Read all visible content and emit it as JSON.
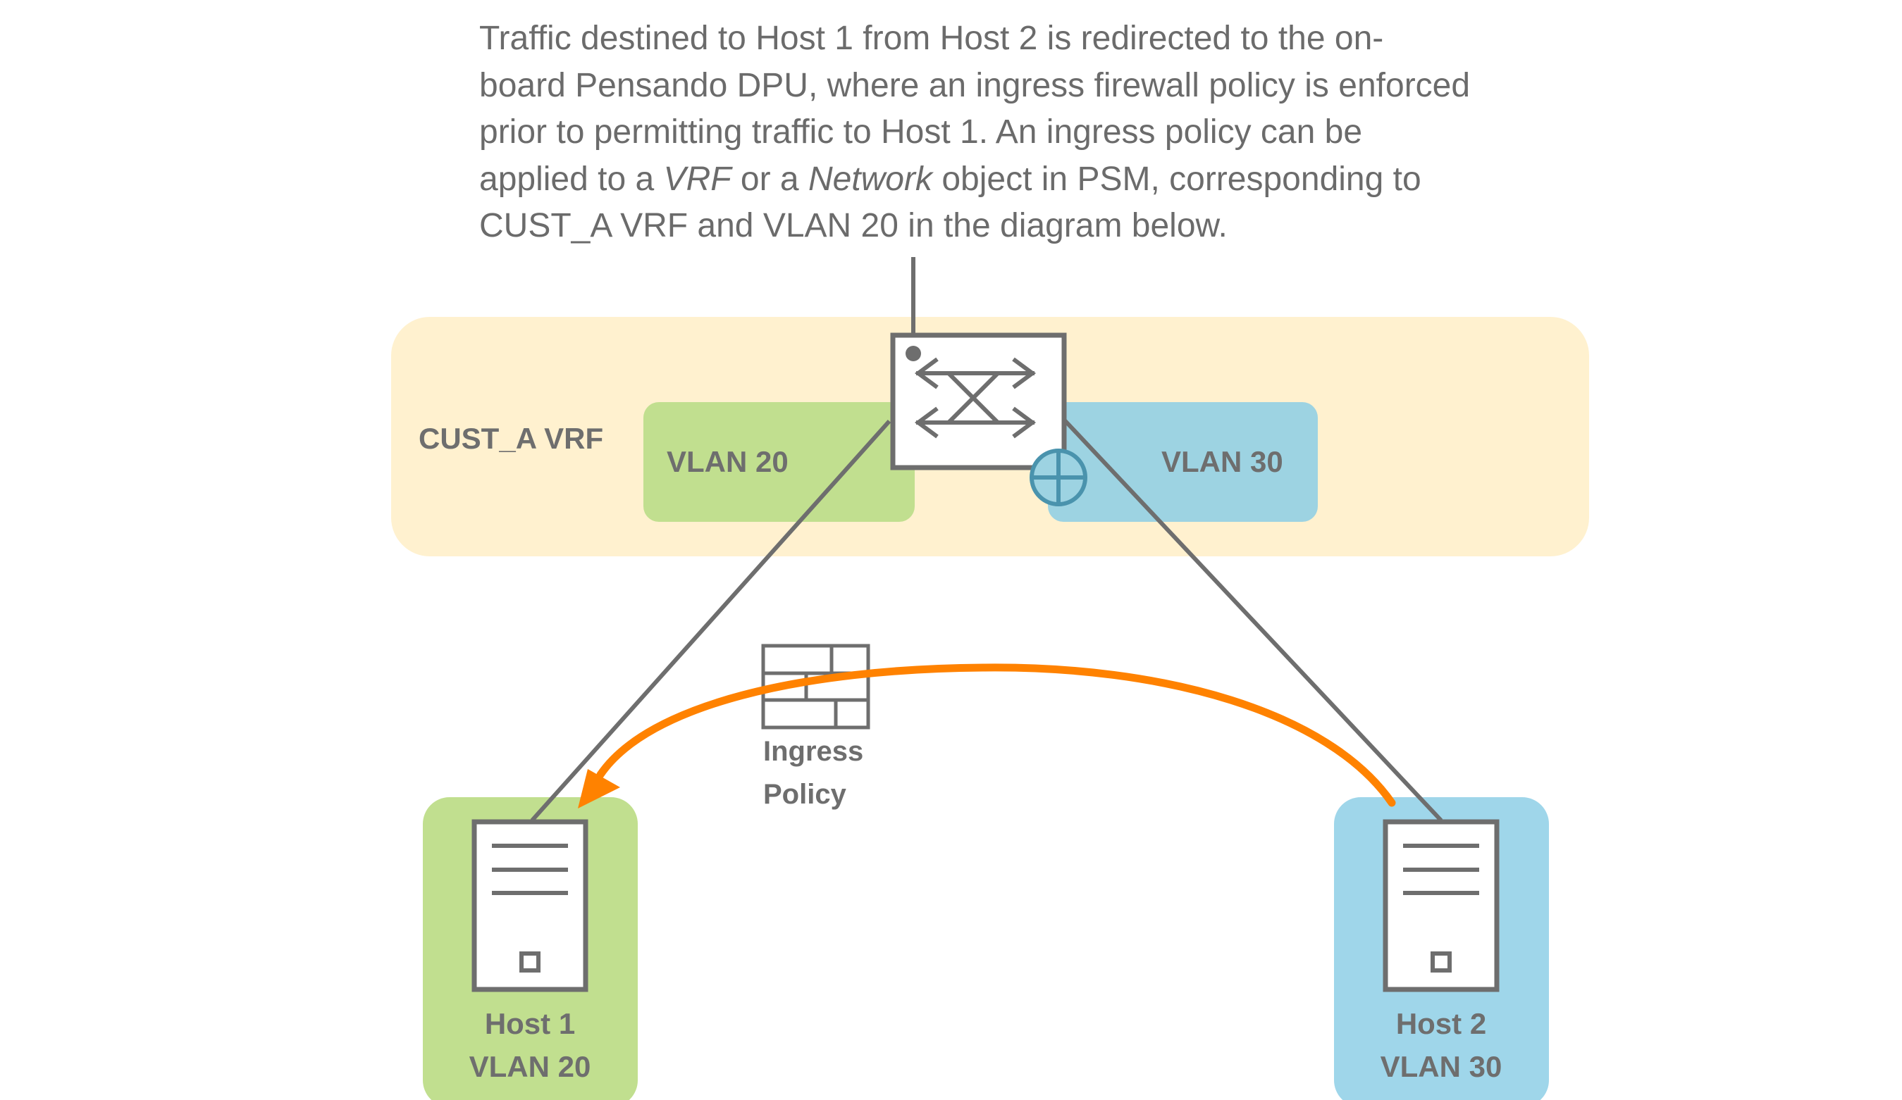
{
  "caption": {
    "line1": "Traffic destined to Host 1 from Host 2 is redirected to the on-",
    "line2": "board Pensando DPU, where an ingress firewall policy is enforced",
    "line3": "prior to permitting traffic to Host 1. An ingress policy can be",
    "line4_a": "applied to a ",
    "line4_vrf": "VRF",
    "line4_b": " or a ",
    "line4_network": "Network",
    "line4_c": " object in PSM, corresponding to",
    "line5": "CUST_A VRF and VLAN 20 in the diagram below."
  },
  "diagram": {
    "vrf_label": "CUST_A VRF",
    "vlan20_label": "VLAN 20",
    "vlan30_label": "VLAN 30",
    "policy_line1": "Ingress",
    "policy_line2": "Policy",
    "host1_line1": "Host 1",
    "host1_line2": "VLAN 20",
    "host2_line1": "Host 2",
    "host2_line2": "VLAN 30",
    "icons": [
      "switch-icon",
      "firewall-icon",
      "server-icon",
      "dpu-icon"
    ]
  },
  "colors": {
    "vrf_bg": "#fff1cf",
    "vlan20": "#c1df8f",
    "vlan30": "#9dd3e2",
    "host2_bg": "#9fd6ea",
    "stroke": "#6e6e6e",
    "arrow": "#ff8200",
    "dpu": "#4a93ad",
    "text": "#6b6b6b"
  }
}
